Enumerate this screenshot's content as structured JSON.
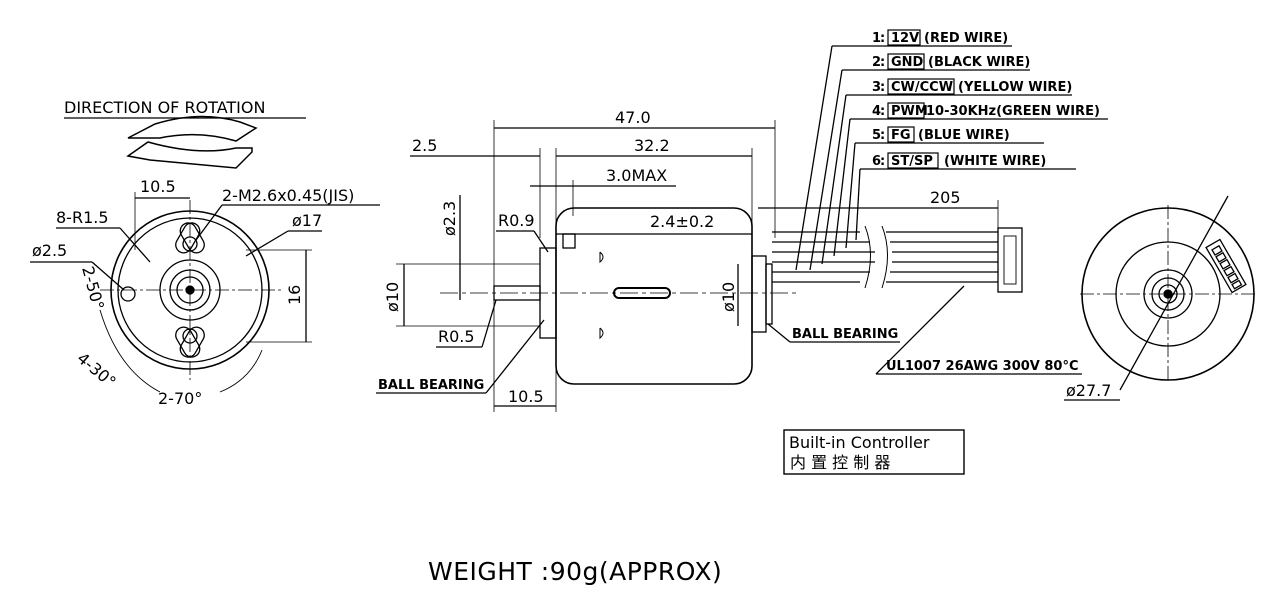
{
  "drawing": {
    "rotation_title": "DIRECTION OF ROTATION",
    "front_view": {
      "dim_10_5": "10.5",
      "thread": "2-M2.6x0.45(JIS)",
      "r1_5": "8-R1.5",
      "dia17": "ø17",
      "dia2_5": "ø2.5",
      "dim16": "16",
      "dim2_50": "2-50°",
      "dim4_30": "4-30°",
      "dim2_70": "2-70°"
    },
    "side_view": {
      "dim47": "47.0",
      "dim2_5": "2.5",
      "dim32_2": "32.2",
      "dim3max": "3.0MAX",
      "dia2_3": "ø2.3",
      "r0_9": "R0.9",
      "dim2_4": "2.4±0.2",
      "dia10_left": "ø10",
      "dia10_right": "ø10",
      "r0_5": "R0.5",
      "ball_bearing_left": "BALL BEARING",
      "ball_bearing_right": "BALL BEARING",
      "dim10_5": "10.5",
      "dim205": "205",
      "cable": "UL1007 26AWG 300V 80°C"
    },
    "wires": [
      {
        "num": "1",
        "code": "12V",
        "desc": "(RED WIRE)"
      },
      {
        "num": "2",
        "code": "GND",
        "desc": "(BLACK WIRE)"
      },
      {
        "num": "3",
        "code": "CW/CCW",
        "desc": "(YELLOW WIRE)"
      },
      {
        "num": "4",
        "code": "PWM",
        "desc": "10-30KHz(GREEN WIRE)"
      },
      {
        "num": "5",
        "code": "FG",
        "desc": "(BLUE WIRE)"
      },
      {
        "num": "6",
        "code": "ST/SP",
        "desc": "(WHITE WIRE)"
      }
    ],
    "rear_view": {
      "dia27_7": "ø27.7"
    },
    "controller_box": {
      "line1": "Built-in Controller",
      "line2": "内 置 控 制 器"
    },
    "weight": "WEIGHT :90g(APPROX)"
  }
}
